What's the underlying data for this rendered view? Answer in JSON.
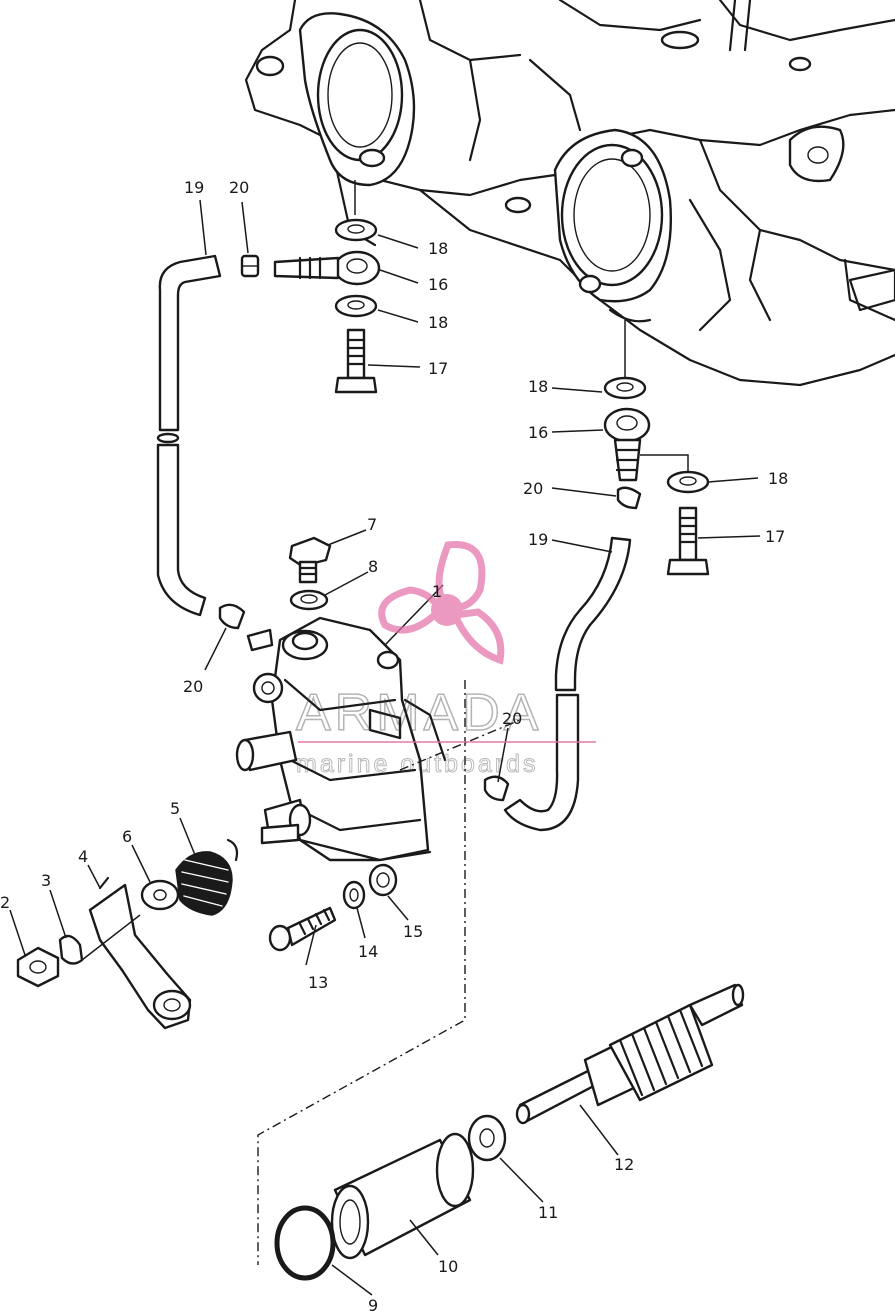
{
  "watermark": {
    "brand": "ARMADA",
    "tagline": "marine outboards",
    "accent_color": "#e46fa8"
  },
  "callouts": {
    "c1": "1",
    "c2": "2",
    "c3": "3",
    "c4": "4",
    "c5": "5",
    "c6": "6",
    "c7": "7",
    "c8": "8",
    "c9": "9",
    "c10": "10",
    "c11": "11",
    "c12": "12",
    "c13": "13",
    "c14": "14",
    "c15": "15",
    "c16a": "16",
    "c16b": "16",
    "c17a": "17",
    "c17b": "17",
    "c18a": "18",
    "c18b": "18",
    "c18c": "18",
    "c18d": "18",
    "c19a": "19",
    "c19b": "19",
    "c20a": "20",
    "c20b": "20",
    "c20c": "20",
    "c20d": "20"
  }
}
